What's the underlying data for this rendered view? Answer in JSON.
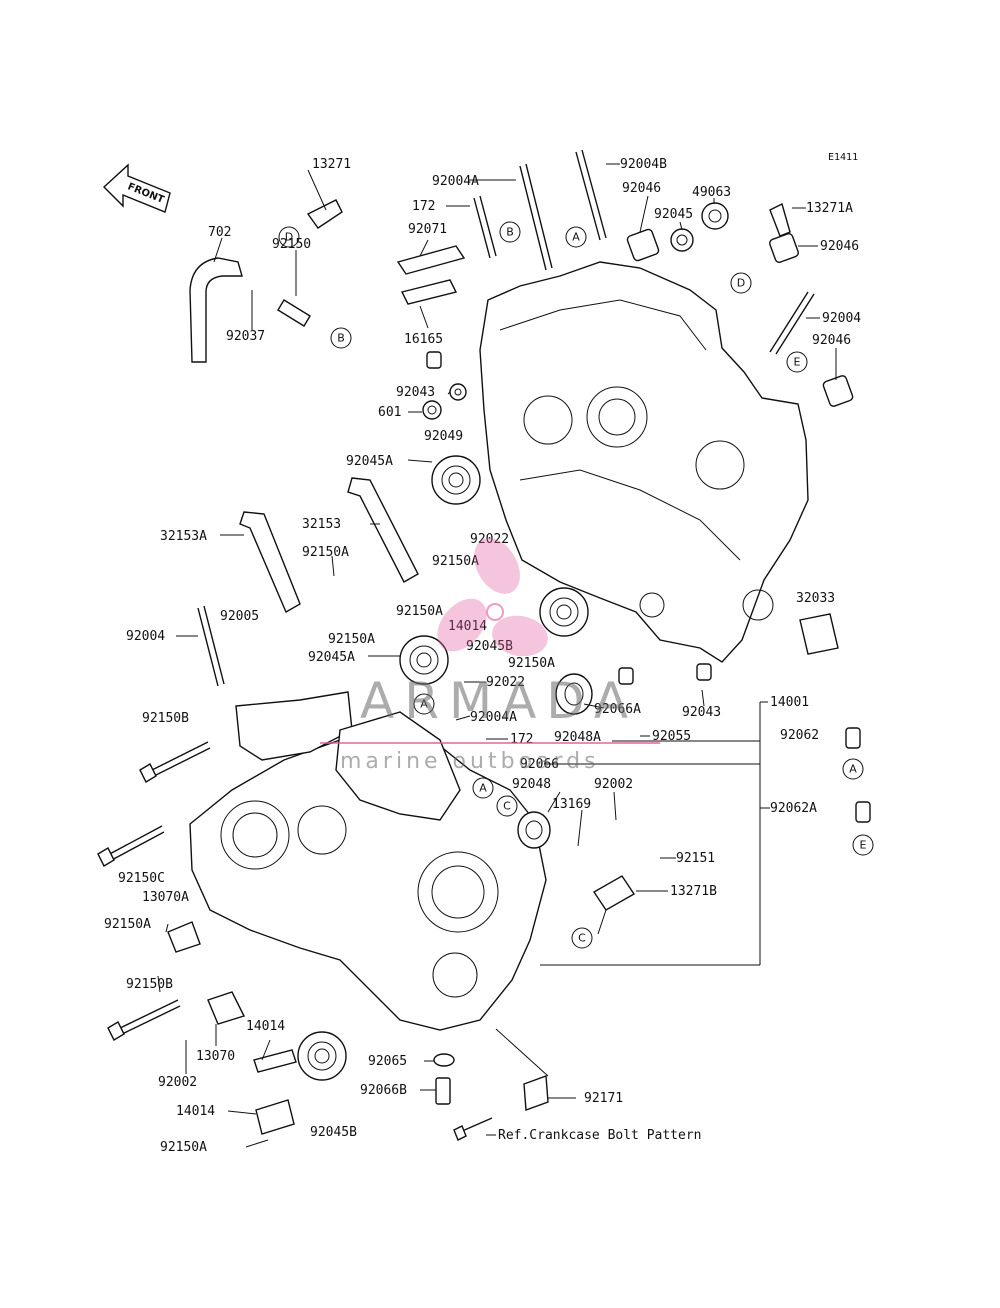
{
  "diagram": {
    "code": "E1411",
    "front_label": "FRONT",
    "bolt_pattern_note": "Ref.Crankcase Bolt Pattern",
    "part_labels": [
      "13271",
      "702",
      "92150",
      "92037",
      "92004A",
      "92004B",
      "172",
      "92071",
      "16165",
      "92046",
      "92045",
      "49063",
      "13271A",
      "92046",
      "92004",
      "92046",
      "92043",
      "601",
      "92049",
      "92045A",
      "32153A",
      "92150A",
      "32153",
      "92022",
      "92150A",
      "92150A",
      "14014",
      "92045B",
      "92150A",
      "92005",
      "92004",
      "92150A",
      "92045A",
      "92022",
      "32033",
      "92066A",
      "92043",
      "14001",
      "92150B",
      "92004A",
      "172",
      "92048A",
      "92055",
      "92062",
      "92066",
      "92048",
      "92002",
      "13169",
      "92062A",
      "92151",
      "13271B",
      "92150C",
      "13070A",
      "92150A",
      "92150B",
      "14014",
      "13070",
      "92002",
      "92065",
      "92066B",
      "92171",
      "14014",
      "92045B",
      "92150A"
    ],
    "ref_letters": [
      "A",
      "B",
      "C",
      "D",
      "E"
    ]
  },
  "watermark": {
    "brand": "ARMADA",
    "tagline": "marine outboards",
    "color": "#e05a9a"
  }
}
